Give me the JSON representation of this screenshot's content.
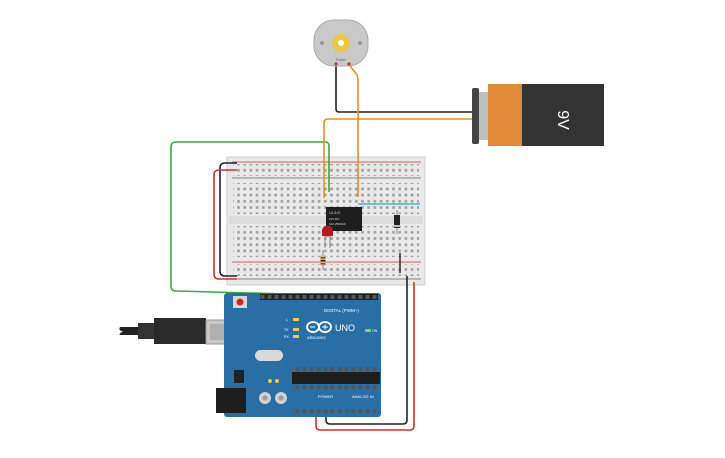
{
  "battery": {
    "label": "9V"
  },
  "motor": {
    "label": "Power"
  },
  "relay": {
    "line1": "LU-5-R",
    "line2": "12V DC",
    "line3": "10A 250VAC"
  },
  "arduino": {
    "brand": "ARDUINO",
    "model": "UNO",
    "digital_label": "DIGITAL (PWM~)",
    "power_label": "POWER",
    "analog_label": "ANALOG IN",
    "on_label": "ON",
    "tx_label": "TX",
    "rx_label": "RX",
    "l_label": "L"
  },
  "colors": {
    "wire_black": "#222222",
    "wire_red": "#d32f2f",
    "wire_green": "#3caa3c",
    "wire_orange": "#e8901e",
    "wire_blue": "#4ab0d8",
    "board_blue": "#2a6ea6",
    "battery_orange": "#e08a3a",
    "battery_dark": "#333333"
  },
  "icons": [
    "usb-plug-icon",
    "infinity-logo-icon",
    "reset-button-icon",
    "dc-motor-icon",
    "battery-icon",
    "relay-icon",
    "led-icon",
    "resistor-icon",
    "diode-icon"
  ]
}
